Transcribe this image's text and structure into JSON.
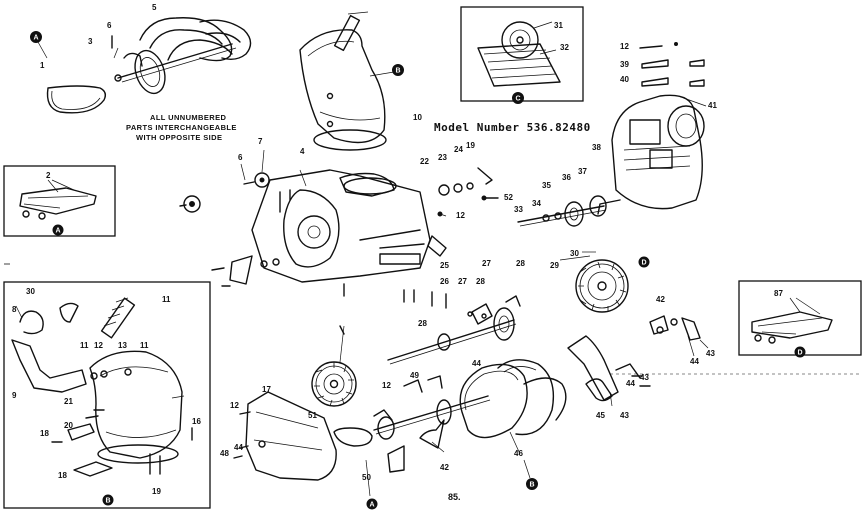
{
  "note_lines": [
    "ALL UNNUMBERED",
    "PARTS INTERCHANGEABLE",
    "WITH OPPOSITE SIDE"
  ],
  "model_label": "Model Number 536.82480",
  "page_number": "85.",
  "callout_letters": [
    "A",
    "B",
    "C",
    "D"
  ],
  "part_numbers": [
    "1",
    "2",
    "3",
    "4",
    "5",
    "6",
    "7",
    "8",
    "9",
    "10",
    "11",
    "12",
    "13",
    "16",
    "17",
    "18",
    "19",
    "20",
    "21",
    "22",
    "23",
    "24",
    "25",
    "26",
    "27",
    "28",
    "29",
    "30",
    "31",
    "32",
    "33",
    "34",
    "35",
    "36",
    "37",
    "38",
    "39",
    "40",
    "41",
    "42",
    "43",
    "44",
    "45",
    "46",
    "48",
    "49",
    "50",
    "51",
    "52",
    "87"
  ]
}
